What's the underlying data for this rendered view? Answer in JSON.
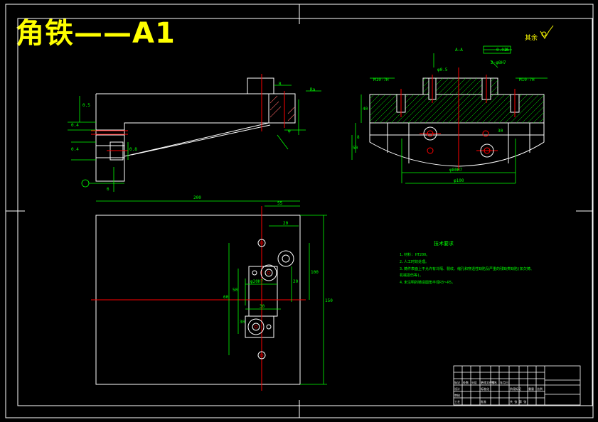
{
  "drawing": {
    "title": "角铁——A1",
    "surface_note": "其余",
    "views": {
      "front": {
        "dims": [
          "0.5",
          "0.4",
          "0.4",
          "0.8",
          "6",
          "φ",
          "Ra",
          "R"
        ]
      },
      "section": {
        "labels": [
          "A—A",
          "0.025",
          "A",
          "M10-7H",
          "2-φ8H7",
          "φ0.5",
          "A"
        ],
        "dims": [
          "40",
          "8",
          "50",
          "30",
          "φ80H7",
          "φ100"
        ]
      },
      "plan": {
        "dims": [
          "200",
          "55",
          "20",
          "60",
          "φ20H7",
          "50",
          "30",
          "30",
          "20",
          "100",
          "150"
        ]
      }
    },
    "technical_requirements": {
      "heading": "技术要求",
      "items": [
        "1.材料: HT200。",
        "2.人工时效处理。",
        "3.铸件表面上不允许有冷隔、裂纹、缩孔和穿透性缺陷及严重的残缺类缺陷(如欠铸、",
        "机械损伤等)。",
        "4.未注明的铸造圆角半径R3～R5。"
      ]
    },
    "title_block": {
      "rows": [
        [
          "标记",
          "处数",
          "分区",
          "更改文件号",
          "签名",
          "年月日"
        ],
        [
          "设计",
          "",
          "",
          "标准化",
          "",
          ""
        ],
        [
          "审核",
          "",
          "",
          "",
          "",
          ""
        ],
        [
          "工艺",
          "",
          "",
          "批准",
          "",
          ""
        ]
      ],
      "stage_labels": [
        "阶段标记",
        "重量",
        "比例"
      ],
      "sheet_label": "共 张 第 张"
    },
    "colors": {
      "background": "#000000",
      "outline": "#ffffff",
      "dimension": "#00ff00",
      "centerline": "#ff0000",
      "title": "#ffff00",
      "hatch": "#00ff00"
    }
  }
}
